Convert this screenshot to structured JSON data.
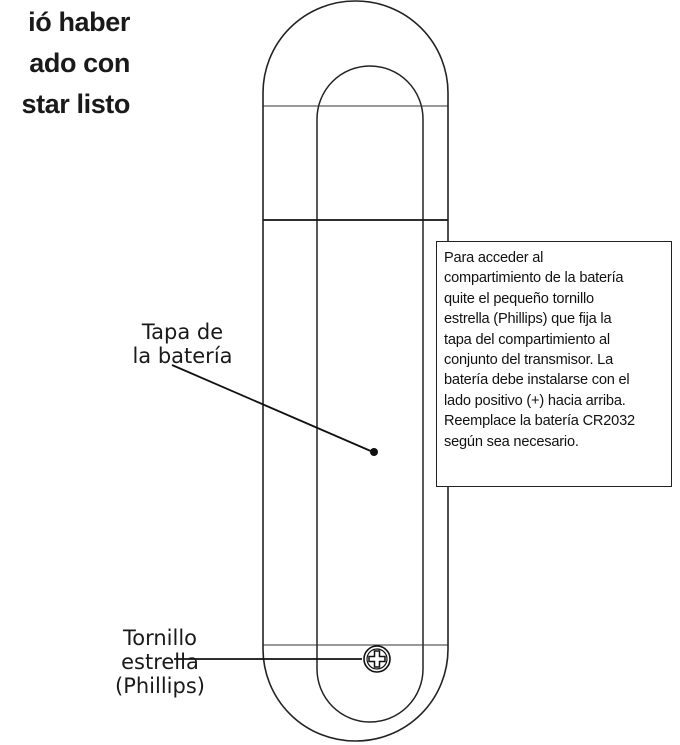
{
  "heading": {
    "lines": [
      "ió haber",
      "ado con",
      "star listo"
    ]
  },
  "labels": {
    "battery_cover": [
      "Tapa de",
      "la batería"
    ],
    "screw": [
      "Tornillo",
      "estrella",
      "(Phillips)"
    ]
  },
  "info_box": {
    "lines": [
      "Para acceder al",
      "compartimiento de la batería",
      "quite el pequeño tornillo",
      "estrella (Phillips) que fija la",
      "tapa del compartimiento al",
      "conjunto del transmisor.  La",
      "batería debe instalarse con el",
      "lado positivo (+) hacia arriba.",
      "Reemplace la batería CR2032",
      "según sea necesario."
    ]
  },
  "colors": {
    "outline": "#222222",
    "fill": "#ffffff",
    "text": "#111111"
  }
}
